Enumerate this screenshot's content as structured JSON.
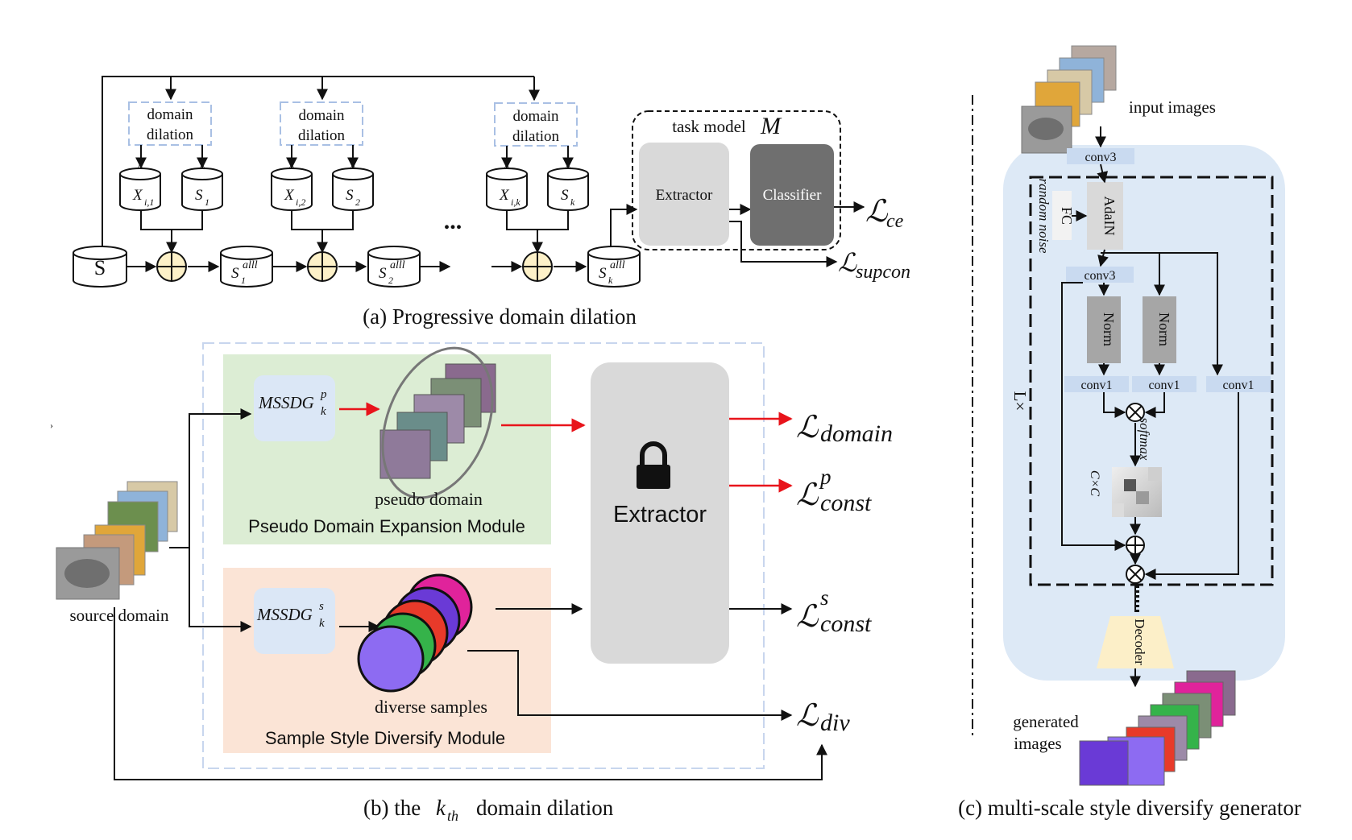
{
  "captions": {
    "a": "(a) Progressive domain dilation",
    "b_prefix": "(b) the",
    "b_k": "k",
    "b_sub": "th",
    "b_suffix": "domain dilation",
    "c": "(c) multi-scale style diversify generator"
  },
  "panel_a": {
    "dilation_top": "domain",
    "dilation_bottom": "dilation",
    "source": "S",
    "x_stores": [
      {
        "base": "X",
        "sub": "i,1"
      },
      {
        "base": "X",
        "sub": "i,2"
      },
      {
        "base": "X",
        "sub": "i,k"
      }
    ],
    "s_stores": [
      {
        "base": "S",
        "sub": "1"
      },
      {
        "base": "S",
        "sub": "2"
      },
      {
        "base": "S",
        "sub": "k"
      }
    ],
    "all_stores": [
      {
        "base": "S",
        "sup": "alll",
        "sub": "1"
      },
      {
        "base": "S",
        "sup": "alll",
        "sub": "2"
      },
      {
        "base": "S",
        "sup": "alll",
        "sub": "k"
      }
    ],
    "ellipsis": "...",
    "task_model_label": "task model",
    "task_model_symbol": "M",
    "extractor": "Extractor",
    "classifier": "Classifier",
    "loss_ce_sub": "ce",
    "loss_supcon_sub": "supcon"
  },
  "panel_b": {
    "source_domain": "source domain",
    "mssdg_p": {
      "base": "MSSDG",
      "sup": "p",
      "sub": "k"
    },
    "mssdg_s": {
      "base": "MSSDG",
      "sup": "s",
      "sub": "k"
    },
    "pseudo_domain": "pseudo domain",
    "pdem": "Pseudo Domain Expansion Module",
    "diverse_samples": "diverse samples",
    "ssdm": "Sample Style Diversify Module",
    "extractor": "Extractor",
    "loss_domain": "domain",
    "loss_const_p": {
      "sup": "p",
      "sub": "const"
    },
    "loss_const_s": {
      "sup": "s",
      "sub": "const"
    },
    "loss_div": "div",
    "loss_symbol": "ℒ",
    "stray_mark": "›"
  },
  "panel_c": {
    "input_images": "input images",
    "conv3_a": "conv3",
    "adain": "AdaIN",
    "fc": "FC",
    "random_noise": "random noise",
    "conv3_b": "conv3",
    "norm_1": "Norm",
    "norm_2": "Norm",
    "conv1_a": "conv1",
    "conv1_b": "conv1",
    "conv1_c": "conv1",
    "softmax": "softmax",
    "cxc": "C×C",
    "repeat": "L×",
    "decoder": "Decoder",
    "generated_1": "generated",
    "generated_2": "images"
  },
  "colors": {
    "red_arrow": "#e8141b",
    "pseudo_bg": "#dcedd4",
    "diverse_bg": "#fbe4d6",
    "mssdg_bg": "#dbe7f6",
    "extractor_bg": "#d9d9d9",
    "classifier_bg": "#6f6f6f",
    "plus_bg": "#fdf1c8",
    "generator_bg": "#dde9f6",
    "norm_bg": "#a6a6a6",
    "decoder_bg": "#fcefc8"
  }
}
